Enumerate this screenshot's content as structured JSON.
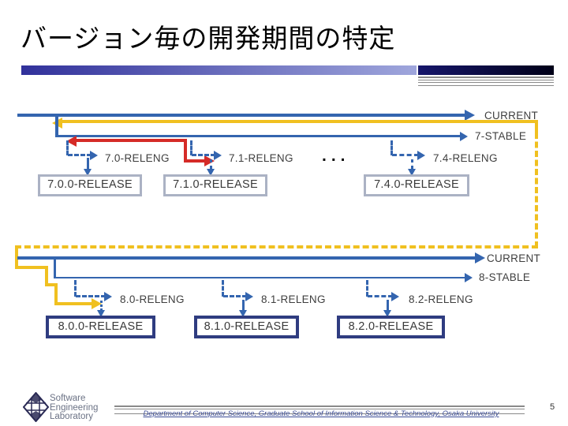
{
  "slide": {
    "title": "バージョン毎の開発期間の特定",
    "page_number": "5",
    "footer_text": "Department of Computer Science, Graduate School of Information Science & Technology, Osaka University",
    "logo": {
      "line1": "Software",
      "line2": "Engineering",
      "line3": "Laboratory"
    }
  },
  "colors": {
    "branch_blue": "#3465AF",
    "period_yellow": "#F0C020",
    "period_red": "#D52B27",
    "release_box_border_7": "#ABB2C4",
    "release_box_border_8": "#2F3C80",
    "title_bar_gradient_left": "#31319B",
    "title_bar_gradient_right": "#9FA6DC"
  },
  "icons": {
    "arrow-right": "css-triangle-right",
    "arrow-left": "css-triangle-left",
    "arrow-down": "css-triangle-down"
  },
  "diagram7": {
    "current_label": "CURRENT",
    "stable_label": "7-STABLE",
    "ellipsis": "...",
    "branches": [
      {
        "releng": "7.0-RELENG",
        "release": "7.0.0-RELEASE"
      },
      {
        "releng": "7.1-RELENG",
        "release": "7.1.0-RELEASE"
      },
      {
        "releng": "7.4-RELENG",
        "release": "7.4.0-RELEASE"
      }
    ]
  },
  "diagram8": {
    "current_label": "CURRENT",
    "stable_label": "8-STABLE",
    "branches": [
      {
        "releng": "8.0-RELENG",
        "release": "8.0.0-RELEASE"
      },
      {
        "releng": "8.1-RELENG",
        "release": "8.1.0-RELEASE"
      },
      {
        "releng": "8.2-RELENG",
        "release": "8.2.0-RELEASE"
      }
    ]
  }
}
